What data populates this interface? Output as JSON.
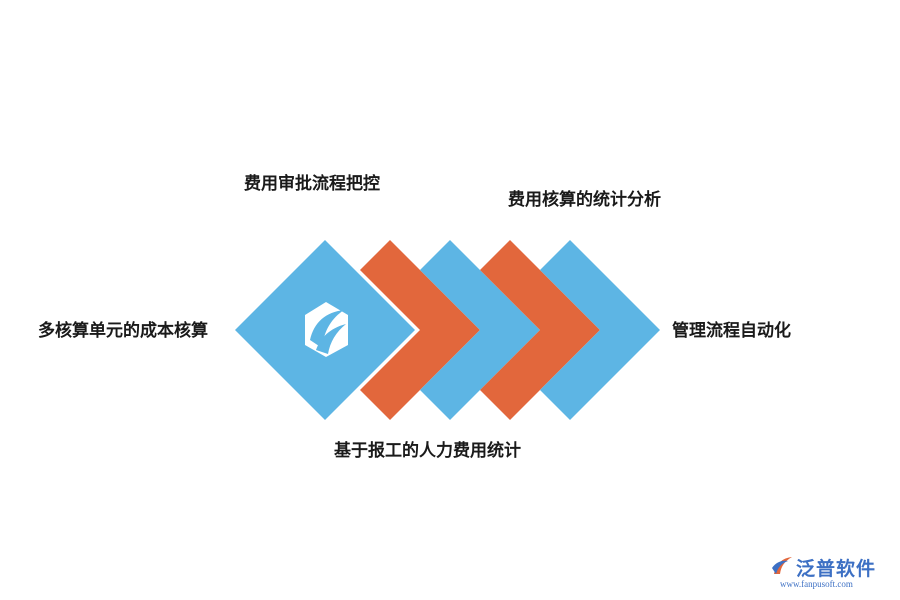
{
  "labels": {
    "top_left": "费用审批流程把控",
    "top_right": "费用核算的统计分析",
    "left": "多核算单元的成本核算",
    "right": "管理流程自动化",
    "bottom": "基于报工的人力费用统计"
  },
  "colors": {
    "blue": "#5db5e4",
    "orange": "#e2673c",
    "text": "#1a1a1a",
    "watermark": "#3d70c4"
  },
  "watermark": {
    "name": "泛普软件",
    "url": "www.fanpusoft.com"
  },
  "icons": {
    "center": "hexagon-swoosh-logo-icon",
    "watermark": "fanpu-logo-icon"
  }
}
